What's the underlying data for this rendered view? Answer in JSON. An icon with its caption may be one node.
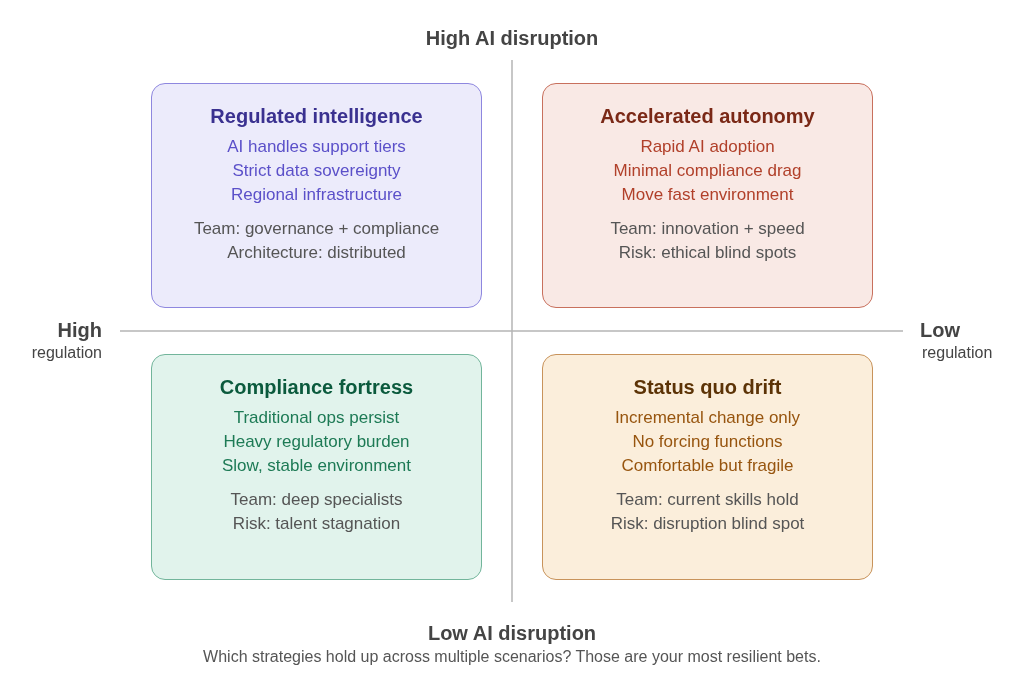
{
  "diagram": {
    "caption": "Which strategies hold up across multiple scenarios? Those are your most resilient bets.",
    "nodes": [
      {
        "text": [
          "Regulated intelligence",
          "AI handles support tiers",
          "Strict data sovereignty",
          "Regional infrastructure",
          "Team: governance + compliance",
          "Architecture: distributed"
        ]
      },
      {
        "text": [
          "Accelerated autonomy",
          "Rapid AI adoption",
          "Minimal compliance drag",
          "Move fast environment",
          "Team: innovation + speed",
          "Risk: ethical blind spots"
        ]
      },
      {
        "text": [
          "Compliance fortress",
          "Traditional ops persist",
          "Heavy regulatory burden",
          "Slow, stable environment",
          "Team: deep specialists",
          "Risk: talent stagnation"
        ]
      },
      {
        "text": [
          "Status quo drift",
          "Incremental change only",
          "No forcing functions",
          "Comfortable but fragile",
          "Team: current skills hold",
          "Risk: disruption blind spot"
        ]
      }
    ],
    "labels": [
      "High AI disruption",
      "High",
      "regulation",
      "Low",
      "regulation",
      "Low AI disruption"
    ]
  }
}
